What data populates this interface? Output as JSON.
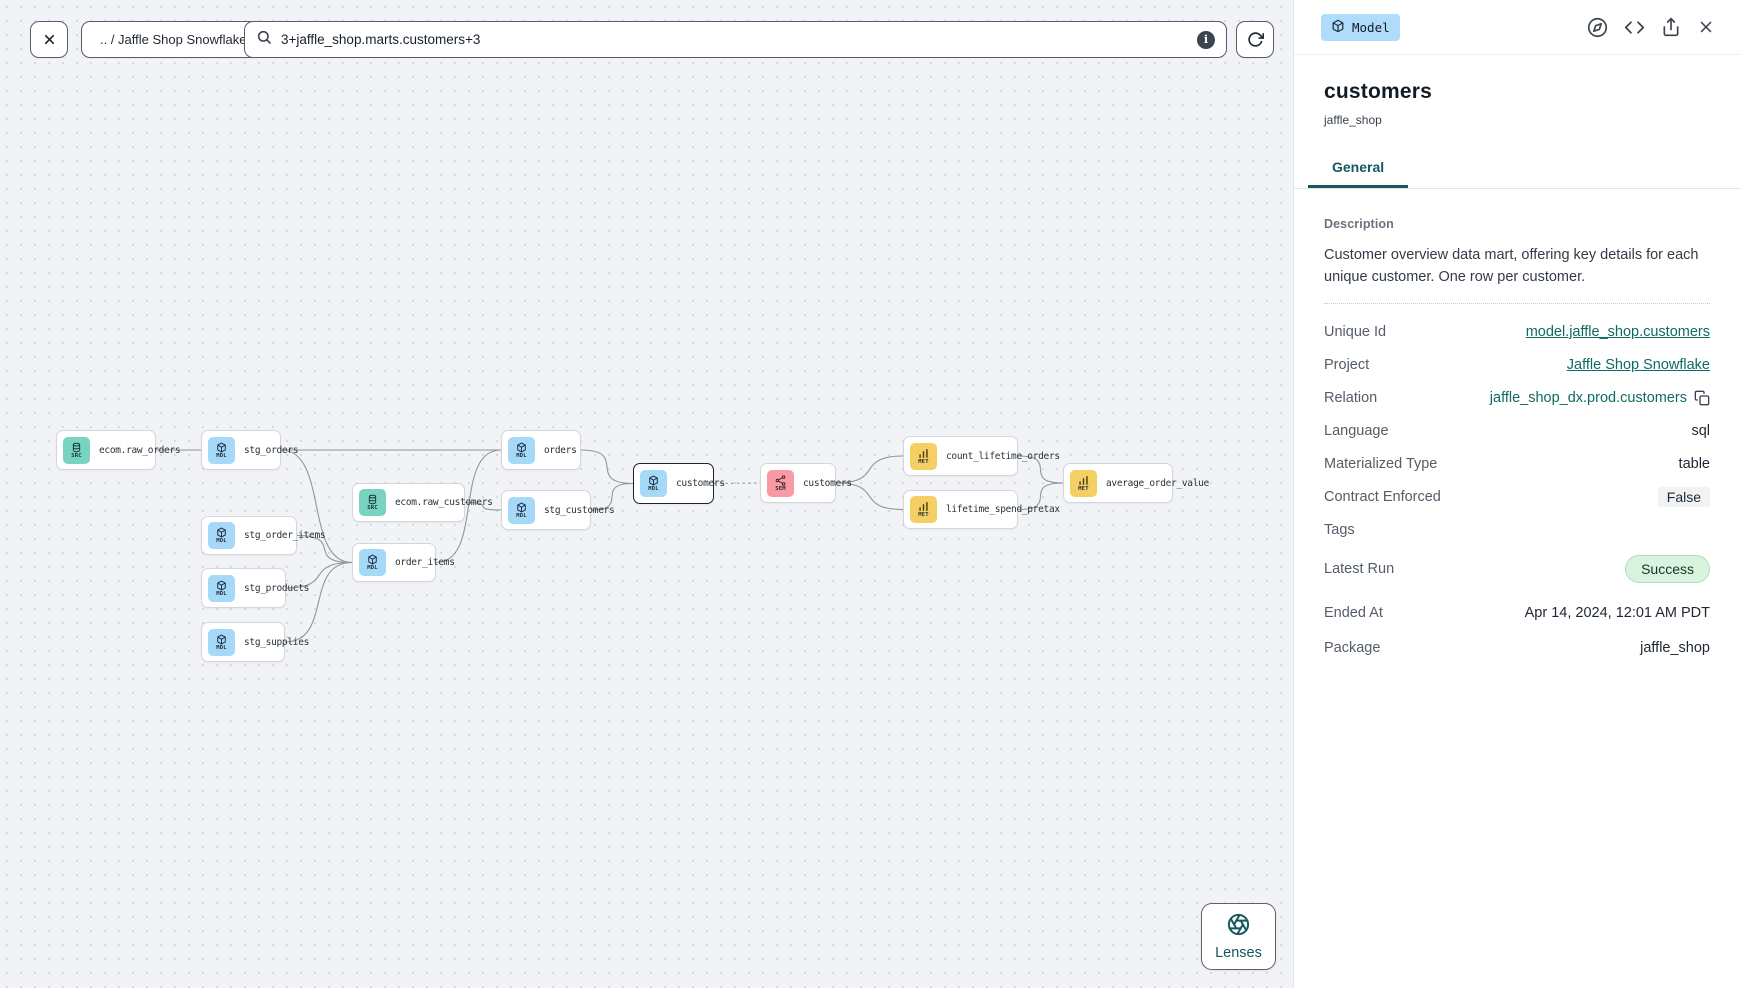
{
  "toolbar": {
    "breadcrumb": ".. / Jaffle Shop Snowflake",
    "search_value": "3+jaffle_shop.marts.customers+3"
  },
  "canvas": {
    "lenses_label": "Lenses",
    "node_type_colors": {
      "SRC": "#79d3c1",
      "MDL": "#a6d8f7",
      "SEM": "#f79aa3",
      "MET": "#f4cf63"
    },
    "nodes": [
      {
        "id": "ecom.raw_orders",
        "label": "ecom.raw_orders",
        "type": "SRC",
        "selected": false
      },
      {
        "id": "stg_orders",
        "label": "stg_orders",
        "type": "MDL",
        "selected": false
      },
      {
        "id": "ecom.raw_customers",
        "label": "ecom.raw_customers",
        "type": "SRC",
        "selected": false
      },
      {
        "id": "stg_order_items",
        "label": "stg_order_items",
        "type": "MDL",
        "selected": false
      },
      {
        "id": "stg_products",
        "label": "stg_products",
        "type": "MDL",
        "selected": false
      },
      {
        "id": "stg_supplies",
        "label": "stg_supplies",
        "type": "MDL",
        "selected": false
      },
      {
        "id": "order_items",
        "label": "order_items",
        "type": "MDL",
        "selected": false
      },
      {
        "id": "orders",
        "label": "orders",
        "type": "MDL",
        "selected": false
      },
      {
        "id": "stg_customers",
        "label": "stg_customers",
        "type": "MDL",
        "selected": false
      },
      {
        "id": "customers",
        "label": "customers",
        "type": "MDL",
        "selected": true
      },
      {
        "id": "customers_sem",
        "label": "customers",
        "type": "SEM",
        "selected": false
      },
      {
        "id": "count_lifetime_orders",
        "label": "count_lifetime_orders",
        "type": "MET",
        "selected": false
      },
      {
        "id": "lifetime_spend_pretax",
        "label": "lifetime_spend_pretax",
        "type": "MET",
        "selected": false
      },
      {
        "id": "average_order_value",
        "label": "average_order_value",
        "type": "MET",
        "selected": false
      }
    ],
    "edges": [
      {
        "from": "ecom.raw_orders",
        "to": "stg_orders",
        "dashed": false
      },
      {
        "from": "stg_orders",
        "to": "orders",
        "dashed": false
      },
      {
        "from": "stg_orders",
        "to": "order_items",
        "dashed": false
      },
      {
        "from": "stg_order_items",
        "to": "order_items",
        "dashed": false
      },
      {
        "from": "stg_products",
        "to": "order_items",
        "dashed": false
      },
      {
        "from": "stg_supplies",
        "to": "order_items",
        "dashed": false
      },
      {
        "from": "ecom.raw_customers",
        "to": "stg_customers",
        "dashed": false
      },
      {
        "from": "order_items",
        "to": "orders",
        "dashed": false
      },
      {
        "from": "orders",
        "to": "customers",
        "dashed": false
      },
      {
        "from": "stg_customers",
        "to": "customers",
        "dashed": false
      },
      {
        "from": "customers",
        "to": "customers_sem",
        "dashed": true
      },
      {
        "from": "customers_sem",
        "to": "count_lifetime_orders",
        "dashed": false
      },
      {
        "from": "customers_sem",
        "to": "lifetime_spend_pretax",
        "dashed": false
      },
      {
        "from": "count_lifetime_orders",
        "to": "average_order_value",
        "dashed": false
      },
      {
        "from": "lifetime_spend_pretax",
        "to": "average_order_value",
        "dashed": false
      }
    ]
  },
  "panel": {
    "type_badge": "Model",
    "title": "customers",
    "subtitle": "jaffle_shop",
    "tabs": [
      {
        "label": "General",
        "active": true
      }
    ],
    "description_heading": "Description",
    "description": "Customer overview data mart, offering key details for each unique customer. One row per customer.",
    "details": [
      {
        "label": "Unique Id",
        "value": "model.jaffle_shop.customers",
        "kind": "link"
      },
      {
        "label": "Project",
        "value": "Jaffle Shop Snowflake",
        "kind": "link"
      },
      {
        "label": "Relation",
        "value": "jaffle_shop_dx.prod.customers",
        "kind": "copyable"
      },
      {
        "label": "Language",
        "value": "sql",
        "kind": "text"
      },
      {
        "label": "Materialized Type",
        "value": "table",
        "kind": "text"
      },
      {
        "label": "Contract Enforced",
        "value": "False",
        "kind": "chip"
      },
      {
        "label": "Tags",
        "value": "",
        "kind": "text"
      },
      {
        "label": "Latest Run",
        "value": "Success",
        "kind": "status"
      },
      {
        "label": "Ended At",
        "value": "Apr 14, 2024, 12:01 AM PDT",
        "kind": "text"
      },
      {
        "label": "Package",
        "value": "jaffle_shop",
        "kind": "text"
      }
    ],
    "colors": {
      "accent_teal": "#14595f",
      "link_teal": "#0d6b64",
      "success_bg": "#d9f3df",
      "model_badge_bg": "#aedcfa"
    }
  }
}
